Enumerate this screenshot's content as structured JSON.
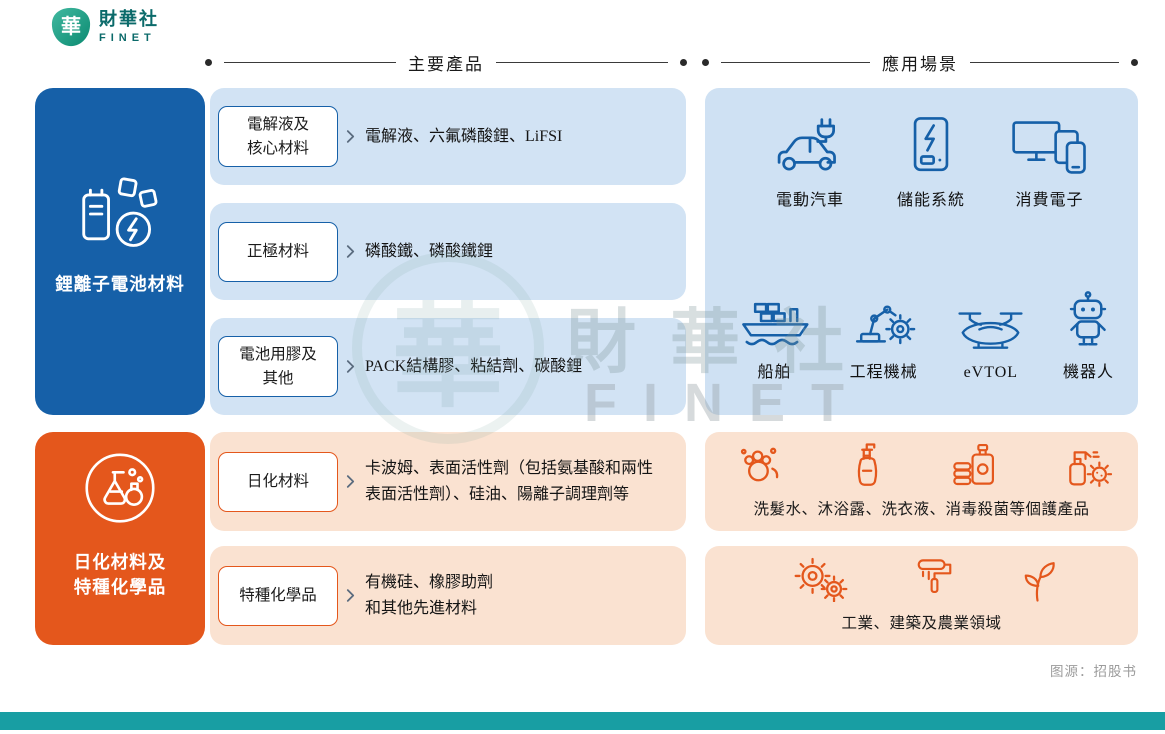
{
  "logo": {
    "glyph": "華",
    "name_cn": "財華社",
    "name_en": "FINET"
  },
  "headers": {
    "products": "主要產品",
    "applications": "應用場景"
  },
  "categories": {
    "battery": {
      "label": "鋰離子電池材料",
      "icon": "battery-materials-icon",
      "rows": [
        {
          "tag": "電解液及\n核心材料",
          "desc": "電解液、六氟磷酸鋰、LiFSI"
        },
        {
          "tag": "正極材料",
          "desc": "磷酸鐵、磷酸鐵鋰"
        },
        {
          "tag": "電池用膠及\n其他",
          "desc": "PACK結構膠、粘結劑、碳酸鋰"
        }
      ]
    },
    "chemicals": {
      "label": "日化材料及\n特種化學品",
      "icon": "chemical-flasks-icon",
      "rows": [
        {
          "tag": "日化材料",
          "desc": "卡波姆、表面活性劑（包括氨基酸和兩性\n表面活性劑）、硅油、陽離子調理劑等"
        },
        {
          "tag": "特種化學品",
          "desc": "有機硅、橡膠助劑\n和其他先進材料"
        }
      ]
    }
  },
  "applications": {
    "battery": {
      "row1": [
        {
          "icon": "ev-car-icon",
          "label": "電動汽車"
        },
        {
          "icon": "energy-storage-icon",
          "label": "儲能系統"
        },
        {
          "icon": "consumer-electronics-icon",
          "label": "消費電子"
        }
      ],
      "row2": [
        {
          "icon": "ship-icon",
          "label": "船舶"
        },
        {
          "icon": "engineering-machinery-icon",
          "label": "工程機械"
        },
        {
          "icon": "evtol-icon",
          "label": "eVTOL"
        },
        {
          "icon": "robot-icon",
          "label": "機器人"
        }
      ]
    },
    "personal_care": {
      "icons": [
        "hair-wash-icon",
        "pump-bottle-icon",
        "laundry-detergent-icon",
        "disinfectant-spray-icon"
      ],
      "label": "洗髮水、沐浴露、洗衣液、消毒殺菌等個護產品"
    },
    "industry": {
      "icons": [
        "gears-icon",
        "paint-roller-icon",
        "plant-icon"
      ],
      "label": "工業、建築及農業領域"
    }
  },
  "watermark": {
    "emblem": "華",
    "cn": "財華社",
    "en": "FINET"
  },
  "source_note": "图源：招股书",
  "colors": {
    "battery_primary": "#1660a8",
    "battery_light": "#d2e3f4",
    "chemical_primary": "#e4571c",
    "chemical_light": "#fae2d1",
    "footer_teal": "#189ea3",
    "logo_teal": "#0b6a6a"
  }
}
